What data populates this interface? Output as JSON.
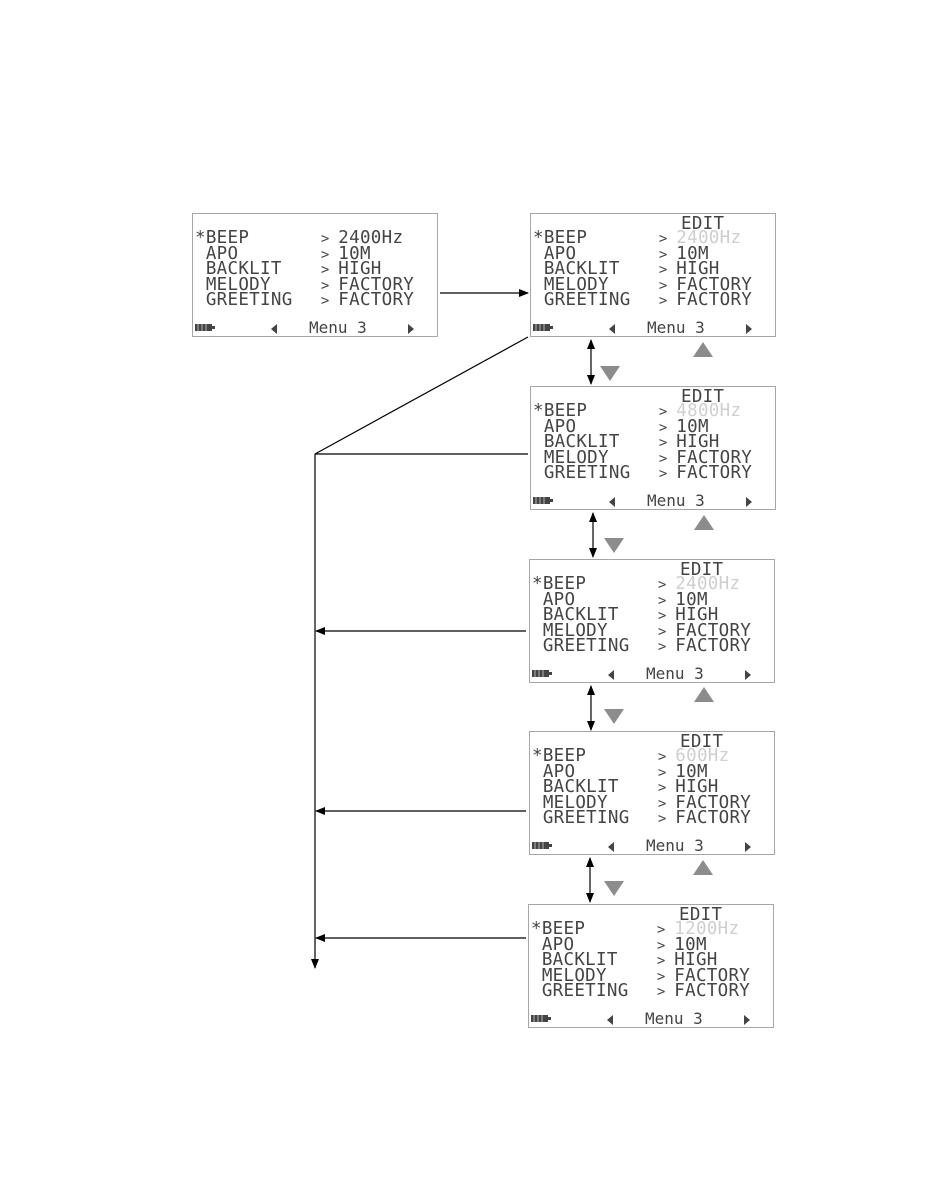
{
  "menu_page_label": "Menu 3",
  "edit_label": "EDIT",
  "cursor": "*",
  "separator": ">",
  "items": [
    {
      "label": "BEEP",
      "value": "2400Hz"
    },
    {
      "label": "APO",
      "value": "10M"
    },
    {
      "label": "BACKLIT",
      "value": "HIGH"
    },
    {
      "label": "MELODY",
      "value": "FACTORY"
    },
    {
      "label": "GREETING",
      "value": "FACTORY"
    }
  ],
  "screens": [
    {
      "edit": false,
      "beep_value": "2400Hz",
      "dim": false
    },
    {
      "edit": true,
      "beep_value": "2400Hz",
      "dim": true
    },
    {
      "edit": true,
      "beep_value": "4800Hz",
      "dim": true
    },
    {
      "edit": true,
      "beep_value": "2400Hz",
      "dim": true
    },
    {
      "edit": true,
      "beep_value": "600Hz",
      "dim": true
    },
    {
      "edit": true,
      "beep_value": "1200Hz",
      "dim": true
    }
  ],
  "colors": {
    "lcd_text": "#444444",
    "dim_value": "#cfcfcf",
    "key_triangle": "#8c8c8c",
    "line": "#000000"
  },
  "icons": {
    "battery": "battery-icon",
    "left": "left-triangle-icon",
    "right": "right-triangle-icon",
    "up_key": "up-arrow-key-icon",
    "down_key": "down-arrow-key-icon"
  }
}
